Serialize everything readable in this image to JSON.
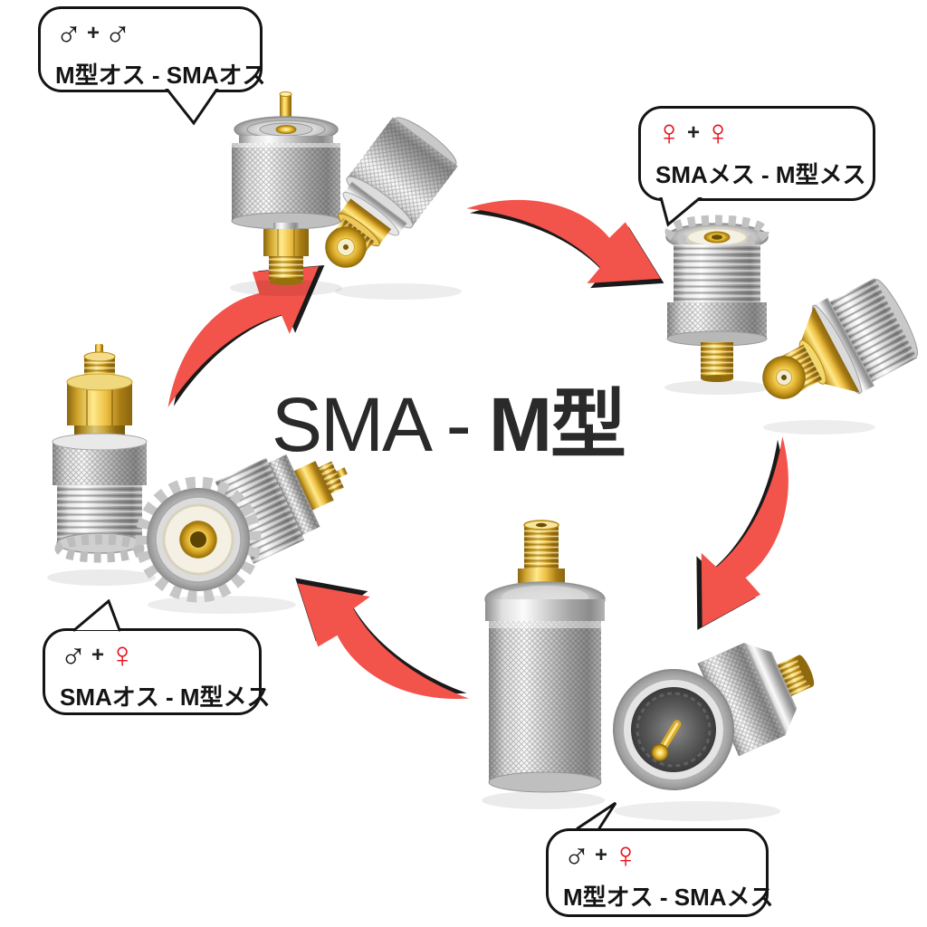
{
  "title": {
    "prefix": "SMA - ",
    "suffix_bold": "M型"
  },
  "bubbles": [
    {
      "position": "top-left",
      "symbol_1": "♂",
      "symbol_1_type": "male",
      "plus": "+",
      "symbol_2": "♂",
      "symbol_2_type": "male",
      "label": "M型オス - SMAオス"
    },
    {
      "position": "right",
      "symbol_1": "♀",
      "symbol_1_type": "female",
      "plus": "+",
      "symbol_2": "♀",
      "symbol_2_type": "female",
      "label": "SMAメス - M型メス"
    },
    {
      "position": "bottom-left",
      "symbol_1": "♂",
      "symbol_1_type": "male",
      "plus": "+",
      "symbol_2": "♀",
      "symbol_2_type": "female",
      "label": "SMAオス - M型メス"
    },
    {
      "position": "bottom-right",
      "symbol_1": "♂",
      "symbol_1_type": "male",
      "plus": "+",
      "symbol_2": "♀",
      "symbol_2_type": "female",
      "label": "M型オス - SMAメス"
    }
  ],
  "connector_groups": [
    {
      "name": "uhf-male-to-sma-male",
      "label_ref": "M型オス - SMAオス",
      "views": [
        "upright",
        "tilted"
      ],
      "location": "top"
    },
    {
      "name": "sma-female-to-uhf-female",
      "label_ref": "SMAメス - M型メス",
      "views": [
        "upright",
        "tilted"
      ],
      "location": "right"
    },
    {
      "name": "uhf-male-to-sma-female",
      "label_ref": "M型オス - SMAメス",
      "views": [
        "upright",
        "tilted"
      ],
      "location": "bottom"
    },
    {
      "name": "sma-male-to-uhf-female",
      "label_ref": "SMAオス - M型メス",
      "views": [
        "upright",
        "tilted"
      ],
      "location": "left"
    }
  ],
  "arrows": [
    {
      "name": "left-to-top",
      "direction": "up-right"
    },
    {
      "name": "top-to-right",
      "direction": "down-right"
    },
    {
      "name": "right-to-bottom",
      "direction": "down-left"
    },
    {
      "name": "bottom-to-left",
      "direction": "up-left"
    }
  ],
  "colors": {
    "male_symbol": "#1a1a1a",
    "female_symbol": "#e8101c",
    "arrow": "#f2534b",
    "arrow_shadow": "#1a1a1a",
    "bubble_border": "#141414",
    "title_text": "#2a2a2a",
    "background": "#ffffff",
    "silver_metal": "#d9d9d9",
    "gold_metal": "#e3b43c",
    "insulator_white": "#f4f0e4"
  }
}
